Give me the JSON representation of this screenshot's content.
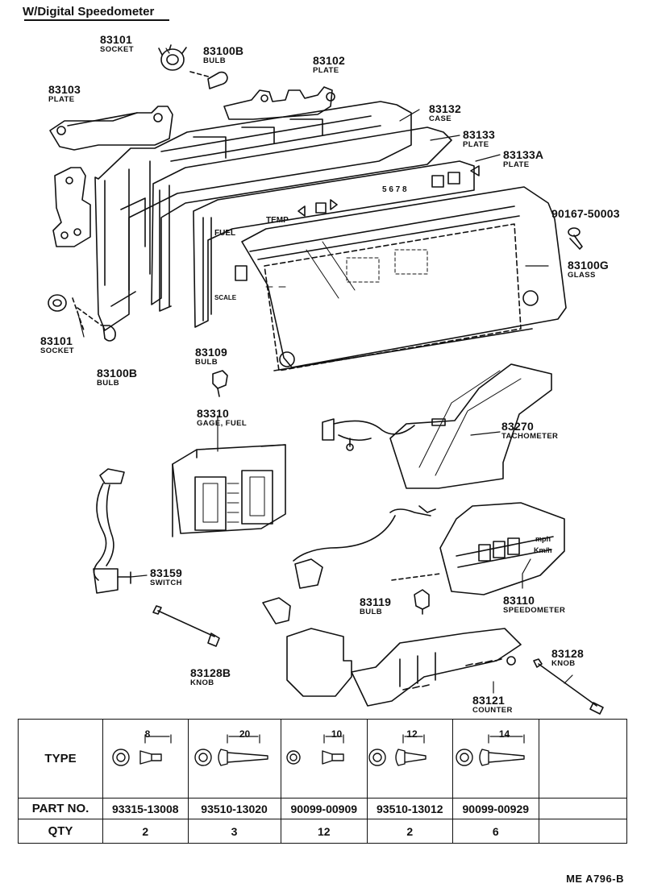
{
  "title": "W/Digital Speedometer",
  "reference": "ME  A796-B",
  "labels": {
    "socket_top": {
      "num": "83101",
      "name": "SOCKET"
    },
    "bulb_top": {
      "num": "83100B",
      "name": "BULB"
    },
    "plate_83102": {
      "num": "83102",
      "name": "PLATE"
    },
    "plate_83103": {
      "num": "83103",
      "name": "PLATE"
    },
    "case_83132": {
      "num": "83132",
      "name": "CASE"
    },
    "plate_83133": {
      "num": "83133",
      "name": "PLATE"
    },
    "plate_83133a": {
      "num": "83133A",
      "name": "PLATE"
    },
    "screw_90167": {
      "num": "90167-50003",
      "name": ""
    },
    "glass_83100g": {
      "num": "83100G",
      "name": "GLASS"
    },
    "socket_bottom": {
      "num": "83101",
      "name": "SOCKET"
    },
    "bulb_bottom": {
      "num": "83100B",
      "name": "BULB"
    },
    "bulb_83109": {
      "num": "83109",
      "name": "BULB"
    },
    "gage_83310": {
      "num": "83310",
      "name": "GAGE, FUEL"
    },
    "tach_83270": {
      "num": "83270",
      "name": "TACHOMETER"
    },
    "switch_83159": {
      "num": "83159",
      "name": "SWITCH"
    },
    "bulb_83119": {
      "num": "83119",
      "name": "BULB"
    },
    "speedo_83110": {
      "num": "83110",
      "name": "SPEEDOMETER"
    },
    "knob_83128b": {
      "num": "83128B",
      "name": "KNOB"
    },
    "knob_83128": {
      "num": "83128",
      "name": "KNOB"
    },
    "counter_83121": {
      "num": "83121",
      "name": "COUNTER"
    }
  },
  "panel_text": {
    "fuel": "FUEL",
    "temp": "TEMP",
    "scale": "SCALE",
    "mph": "mph",
    "kmh": "Km/h",
    "digits": "5 6 7 8"
  },
  "table": {
    "row_headers": {
      "type": "TYPE",
      "part_no": "PART NO.",
      "qty": "QTY"
    },
    "columns": [
      {
        "dimension": "8",
        "part_no": "93315-13008",
        "qty": "2"
      },
      {
        "dimension": "20",
        "part_no": "93510-13020",
        "qty": "3"
      },
      {
        "dimension": "10",
        "part_no": "90099-00909",
        "qty": "12"
      },
      {
        "dimension": "12",
        "part_no": "93510-13012",
        "qty": "2"
      },
      {
        "dimension": "14",
        "part_no": "90099-00929",
        "qty": "6"
      }
    ]
  }
}
